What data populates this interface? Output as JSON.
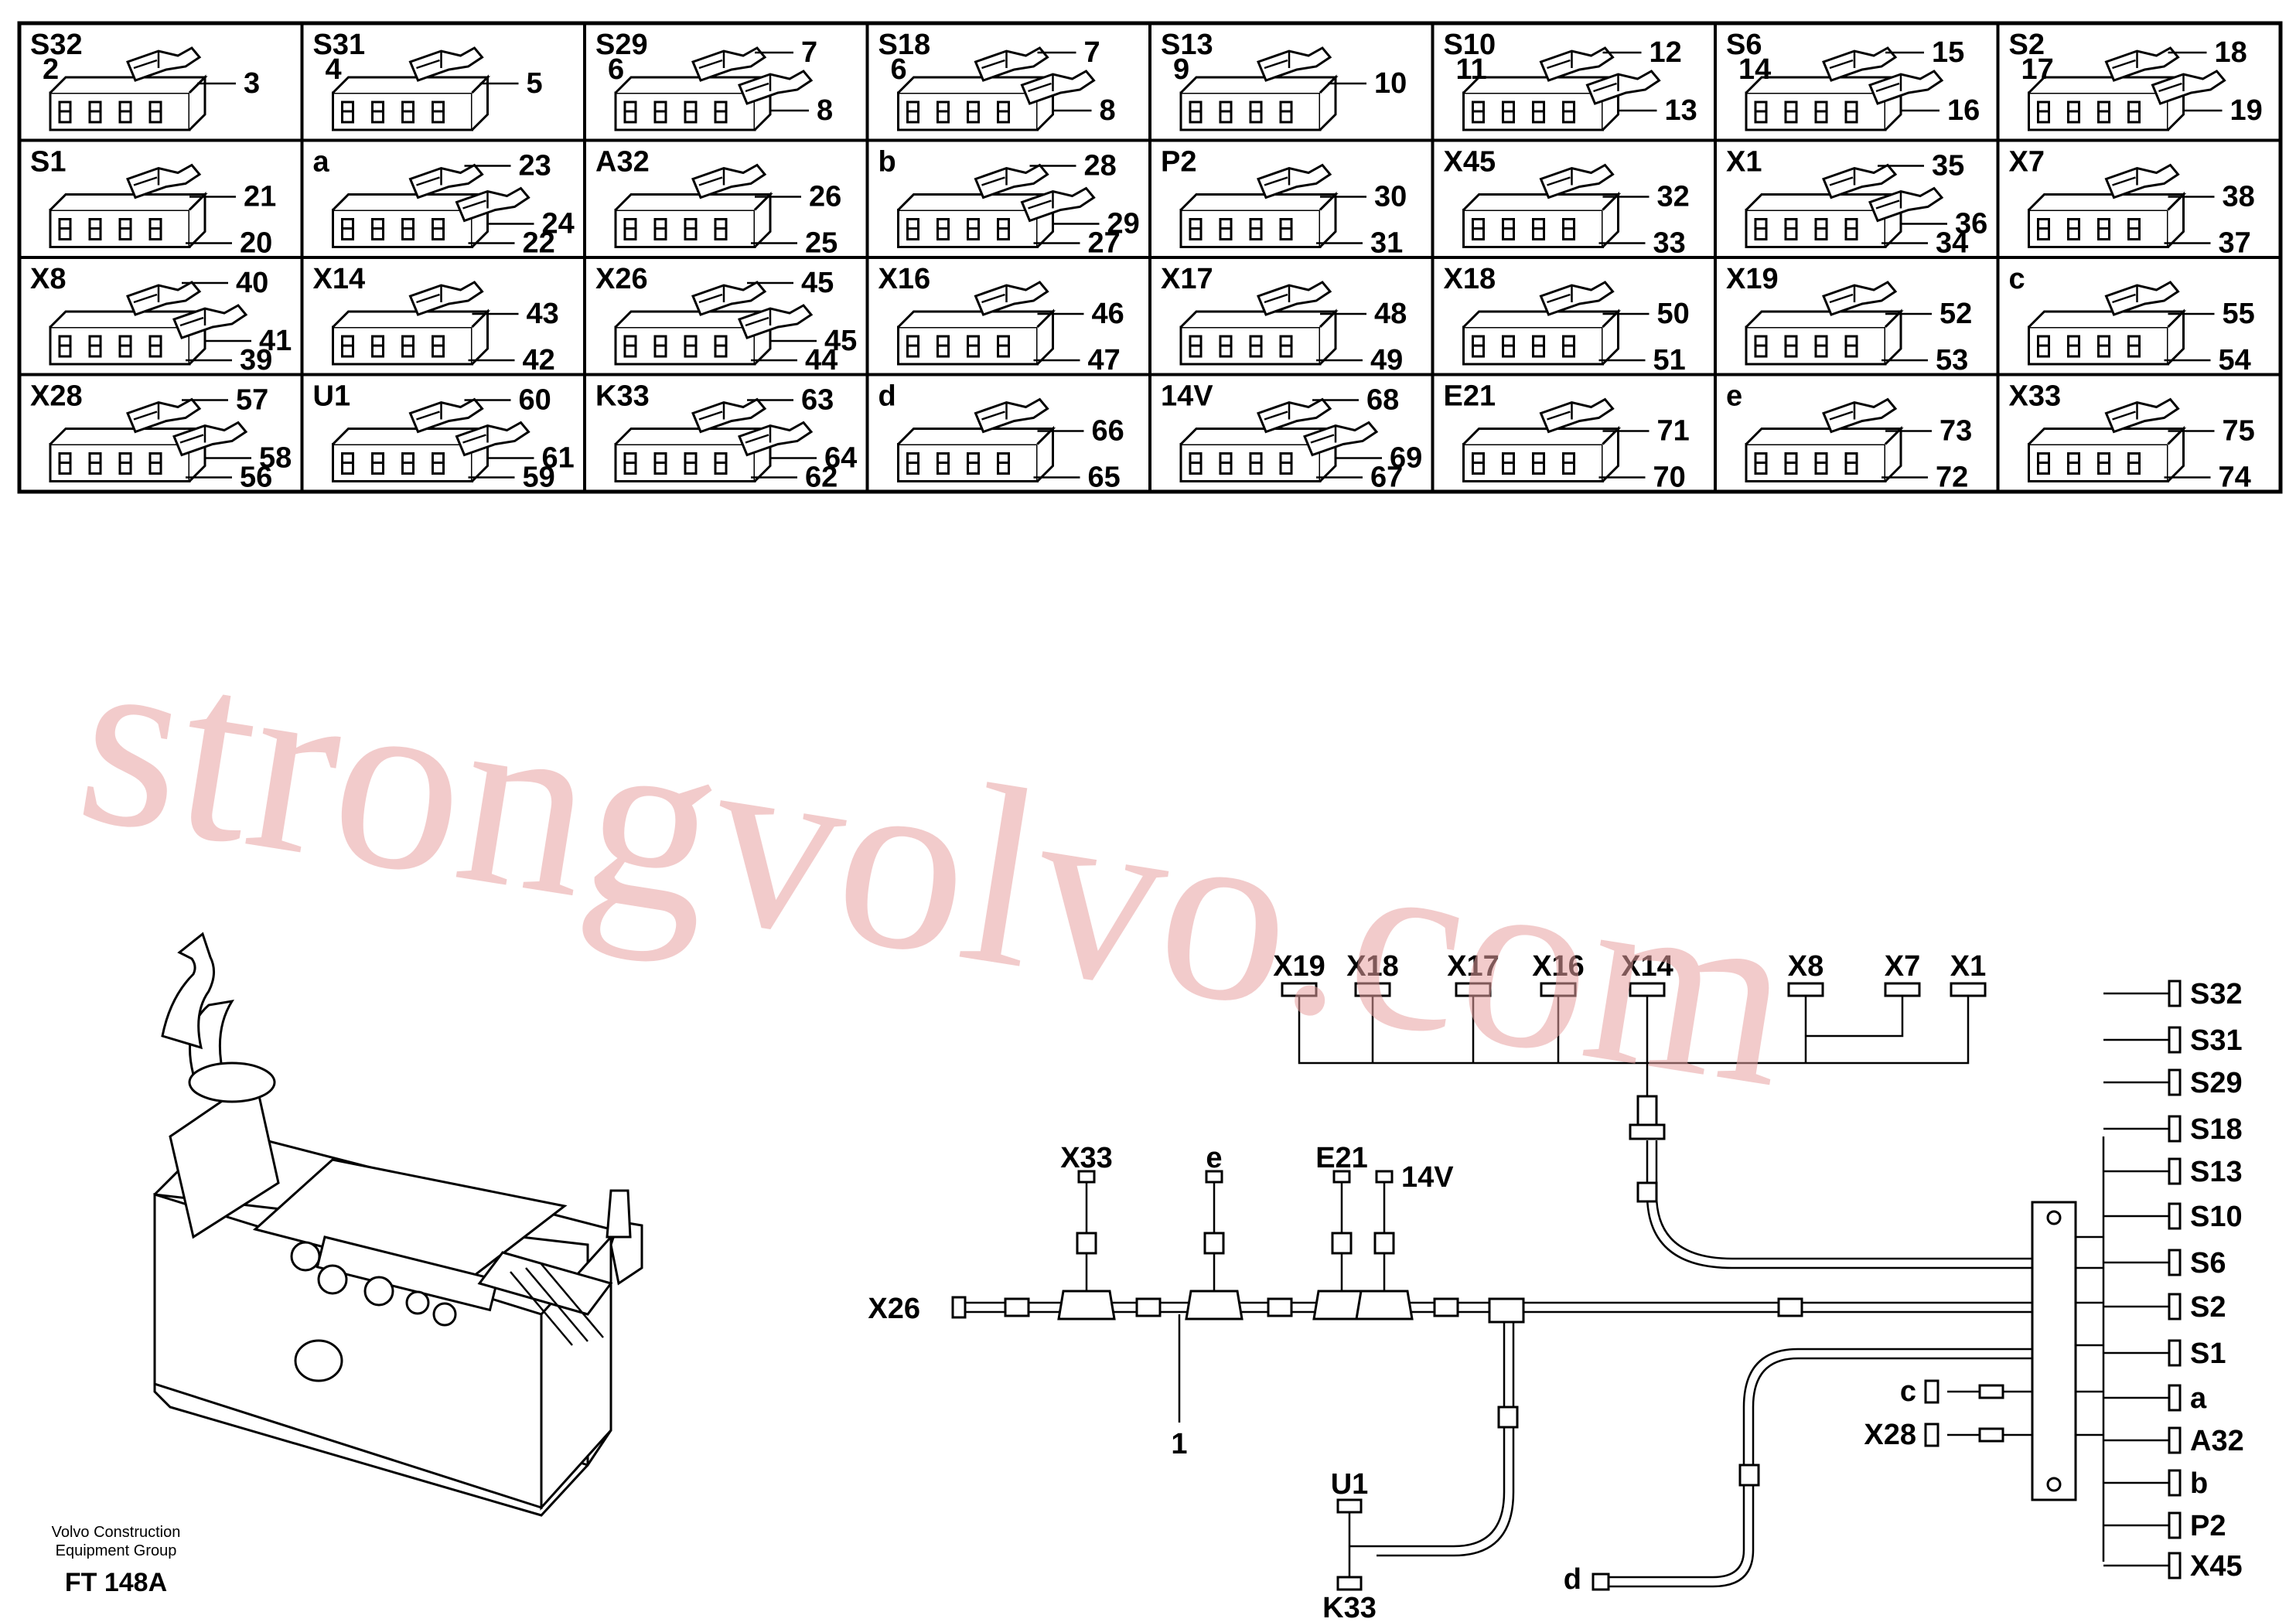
{
  "grid": {
    "rows": [
      [
        {
          "label": "S32",
          "numbers": [
            "2",
            "3"
          ]
        },
        {
          "label": "S31",
          "numbers": [
            "4",
            "5"
          ]
        },
        {
          "label": "S29",
          "numbers": [
            "6",
            "7",
            "8"
          ]
        },
        {
          "label": "S18",
          "numbers": [
            "6",
            "7",
            "8"
          ]
        },
        {
          "label": "S13",
          "numbers": [
            "9",
            "10"
          ]
        },
        {
          "label": "S10",
          "numbers": [
            "11",
            "12",
            "13"
          ]
        },
        {
          "label": "S6",
          "numbers": [
            "14",
            "15",
            "16"
          ]
        },
        {
          "label": "S2",
          "numbers": [
            "17",
            "18",
            "19"
          ]
        }
      ],
      [
        {
          "label": "S1",
          "numbers": [
            "21",
            "20"
          ]
        },
        {
          "label": "a",
          "numbers": [
            "23",
            "24",
            "22"
          ]
        },
        {
          "label": "A32",
          "numbers": [
            "26",
            "25"
          ]
        },
        {
          "label": "b",
          "numbers": [
            "28",
            "29",
            "27"
          ]
        },
        {
          "label": "P2",
          "numbers": [
            "30",
            "31"
          ]
        },
        {
          "label": "X45",
          "numbers": [
            "32",
            "33"
          ]
        },
        {
          "label": "X1",
          "numbers": [
            "35",
            "36",
            "34"
          ]
        },
        {
          "label": "X7",
          "numbers": [
            "38",
            "37"
          ]
        }
      ],
      [
        {
          "label": "X8",
          "numbers": [
            "40",
            "41",
            "39"
          ]
        },
        {
          "label": "X14",
          "numbers": [
            "43",
            "42"
          ]
        },
        {
          "label": "X26",
          "numbers": [
            "45",
            "45",
            "44"
          ]
        },
        {
          "label": "X16",
          "numbers": [
            "46",
            "47"
          ]
        },
        {
          "label": "X17",
          "numbers": [
            "48",
            "49"
          ]
        },
        {
          "label": "X18",
          "numbers": [
            "50",
            "51"
          ]
        },
        {
          "label": "X19",
          "numbers": [
            "52",
            "53"
          ]
        },
        {
          "label": "c",
          "numbers": [
            "55",
            "54"
          ]
        }
      ],
      [
        {
          "label": "X28",
          "numbers": [
            "57",
            "58",
            "56"
          ]
        },
        {
          "label": "U1",
          "numbers": [
            "60",
            "61",
            "59"
          ]
        },
        {
          "label": "K33",
          "numbers": [
            "63",
            "64",
            "62"
          ]
        },
        {
          "label": "d",
          "numbers": [
            "66",
            "65"
          ]
        },
        {
          "label": "14V",
          "numbers": [
            "68",
            "69",
            "67"
          ]
        },
        {
          "label": "E21",
          "numbers": [
            "71",
            "70"
          ]
        },
        {
          "label": "e",
          "numbers": [
            "73",
            "72"
          ]
        },
        {
          "label": "X33",
          "numbers": [
            "75",
            "74"
          ]
        }
      ]
    ]
  },
  "harness": {
    "top_connectors": [
      "X19",
      "X18",
      "X17",
      "X16",
      "X14",
      "X8",
      "X7",
      "X1"
    ],
    "right_connectors": [
      "S32",
      "S31",
      "S29",
      "S18",
      "S13",
      "S10",
      "S6",
      "S2",
      "S1",
      "a",
      "A32",
      "b",
      "P2",
      "X45"
    ],
    "mid_connectors": [
      "X33",
      "e",
      "E21",
      "14V"
    ],
    "left_connector": "X26",
    "left_lower": [
      "c",
      "X28"
    ],
    "bottom": {
      "u1": "U1",
      "k33": "K33",
      "d": "d"
    },
    "part_number": "1"
  },
  "footer": {
    "company_line1": "Volvo Construction",
    "company_line2": "Equipment Group",
    "figure": "FT 148A"
  },
  "watermark": "strongvolvo.com",
  "colors": {
    "watermark": "#e8a0a0",
    "lines": "#000000"
  }
}
